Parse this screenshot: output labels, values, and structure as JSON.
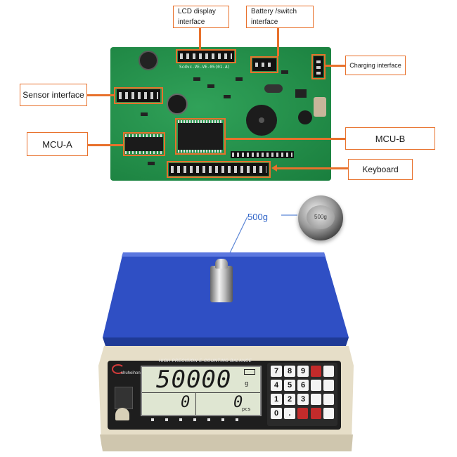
{
  "callouts": {
    "lcd": {
      "line1": "LCD display",
      "line2": "interface"
    },
    "battery": {
      "line1": "Battery /switch",
      "line2": "interface"
    },
    "charging": "Charging interface",
    "sensor": "Sensor interface",
    "mcu_a": "MCU-A",
    "mcu_b": "MCU-B",
    "keyboard": "Keyboard"
  },
  "weight_label": "500g",
  "weight_stamp": "500g",
  "scale": {
    "brand_name": "shuheihon",
    "banner": "HIGH PRECISION E-COUNTING BALANCE",
    "main_reading": "50000",
    "unit": "g",
    "unit_weight_reading": "0",
    "count_reading": "0",
    "count_unit": "pcs",
    "keypad": [
      "7",
      "8",
      "9",
      "4",
      "5",
      "6",
      "1",
      "2",
      "3",
      "0",
      "."
    ]
  },
  "colors": {
    "accent": "#e8712c",
    "pcb": "#1f9a4b",
    "platter": "#2f4fc4",
    "body": "#e4dcc6"
  }
}
